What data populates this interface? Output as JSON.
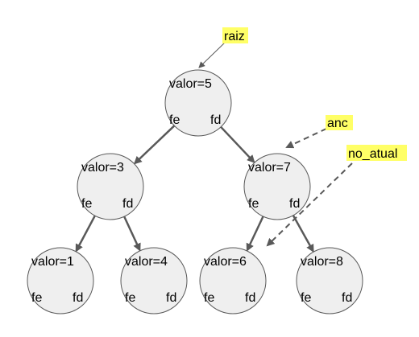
{
  "colors": {
    "node_fill": "#efefef",
    "node_stroke": "#595959",
    "edge": "#595959",
    "label_highlight": "#ffff66"
  },
  "nodes": [
    {
      "id": "n5",
      "value_text": "valor=5",
      "left_text": "fe",
      "right_text": "fd"
    },
    {
      "id": "n3",
      "value_text": "valor=3",
      "left_text": "fe",
      "right_text": "fd"
    },
    {
      "id": "n7",
      "value_text": "valor=7",
      "left_text": "fe",
      "right_text": "fd"
    },
    {
      "id": "n1",
      "value_text": "valor=1",
      "left_text": "fe",
      "right_text": "fd"
    },
    {
      "id": "n4",
      "value_text": "valor=4",
      "left_text": "fe",
      "right_text": "fd"
    },
    {
      "id": "n6",
      "value_text": "valor=6",
      "left_text": "fe",
      "right_text": "fd"
    },
    {
      "id": "n8",
      "value_text": "valor=8",
      "left_text": "fe",
      "right_text": "fd"
    }
  ],
  "edges": [
    {
      "from": "n5",
      "to": "n3"
    },
    {
      "from": "n5",
      "to": "n7"
    },
    {
      "from": "n3",
      "to": "n1"
    },
    {
      "from": "n3",
      "to": "n4"
    },
    {
      "from": "n7",
      "to": "n6"
    },
    {
      "from": "n7",
      "to": "n8"
    }
  ],
  "pointers": [
    {
      "id": "raiz",
      "label": "raiz",
      "target": "n5",
      "style": "solid"
    },
    {
      "id": "anc",
      "label": "anc",
      "target": "n7",
      "style": "dashed"
    },
    {
      "id": "no_atual",
      "label": "no_atual",
      "target": "n6",
      "style": "dashed"
    }
  ]
}
